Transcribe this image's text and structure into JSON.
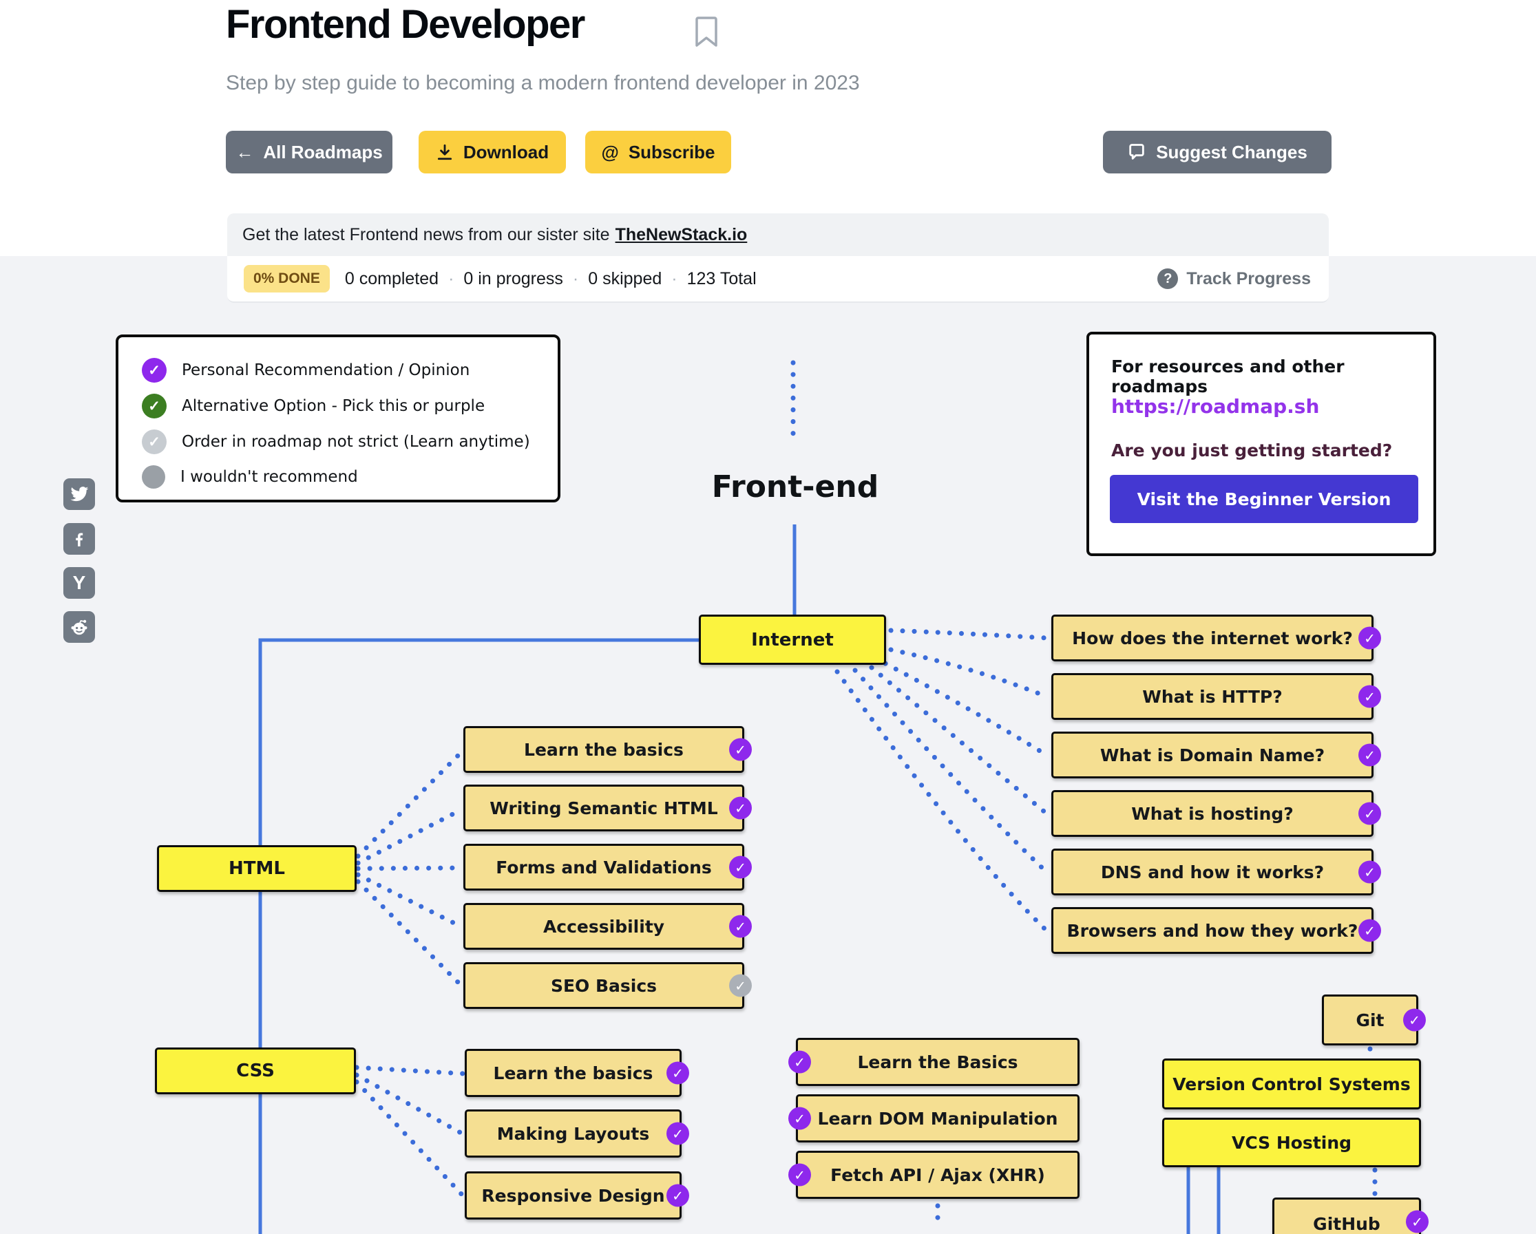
{
  "header": {
    "title": "Frontend Developer",
    "subtitle": "Step by step guide to becoming a modern frontend developer in 2023",
    "buttons": {
      "all_roadmaps": {
        "icon": "←",
        "label": "All Roadmaps"
      },
      "download": {
        "label": "Download"
      },
      "subscribe": {
        "icon": "@",
        "label": "Subscribe"
      },
      "suggest_changes": {
        "label": "Suggest Changes"
      }
    }
  },
  "banner": {
    "text": "Get the latest Frontend news from our sister site",
    "link": "TheNewStack.io"
  },
  "progress": {
    "badge": "0% DONE",
    "stats": [
      "0 completed",
      "0 in progress",
      "0 skipped",
      "123 Total"
    ],
    "separator": "·",
    "track_label": "Track Progress",
    "help_glyph": "?"
  },
  "social": {
    "hackernews_glyph": "Y"
  },
  "legend": {
    "items": [
      {
        "label": "Personal Recommendation / Opinion",
        "color": "#8e28ec"
      },
      {
        "label": "Alternative Option - Pick this or purple",
        "color": "#3c7e22"
      },
      {
        "label": "Order in roadmap not strict (Learn anytime)",
        "color": "#c7ccd1"
      },
      {
        "label": "I wouldn't recommend",
        "color": "#9aa0a6"
      }
    ]
  },
  "info_box": {
    "heading": "For resources and other roadmaps",
    "link": "https://roadmap.sh",
    "question": "Are you just getting started?",
    "button_label": "Visit the Beginner Version"
  },
  "roadmap": {
    "root": "Front-end",
    "internet": "Internet",
    "internet_topics": [
      "How does the internet work?",
      "What is HTTP?",
      "What is Domain Name?",
      "What is hosting?",
      "DNS and how it works?",
      "Browsers and how they work?"
    ],
    "html": "HTML",
    "html_topics": [
      "Learn the basics",
      "Writing Semantic HTML",
      "Forms and Validations",
      "Accessibility",
      "SEO Basics"
    ],
    "css": "CSS",
    "css_topics": [
      "Learn the basics",
      "Making Layouts",
      "Responsive Design"
    ],
    "js_topics": [
      "Learn the Basics",
      "Learn DOM Manipulation",
      "Fetch API / Ajax (XHR)"
    ],
    "git": "Git",
    "vcs": "Version Control Systems",
    "vcs_hosting": "VCS Hosting",
    "github": "GitHub"
  },
  "colors": {
    "node_yellow": "#fbf33f",
    "topic_tan": "#f5df92",
    "check_purple": "#8e28ec",
    "check_gray": "#abb0b7",
    "line_blue": "#4677dd",
    "accent_yellow_button": "#fbcf3f",
    "gray_button": "#68707c",
    "beginner_button_indigo": "#4438d2",
    "link_purple": "#9333ea"
  }
}
